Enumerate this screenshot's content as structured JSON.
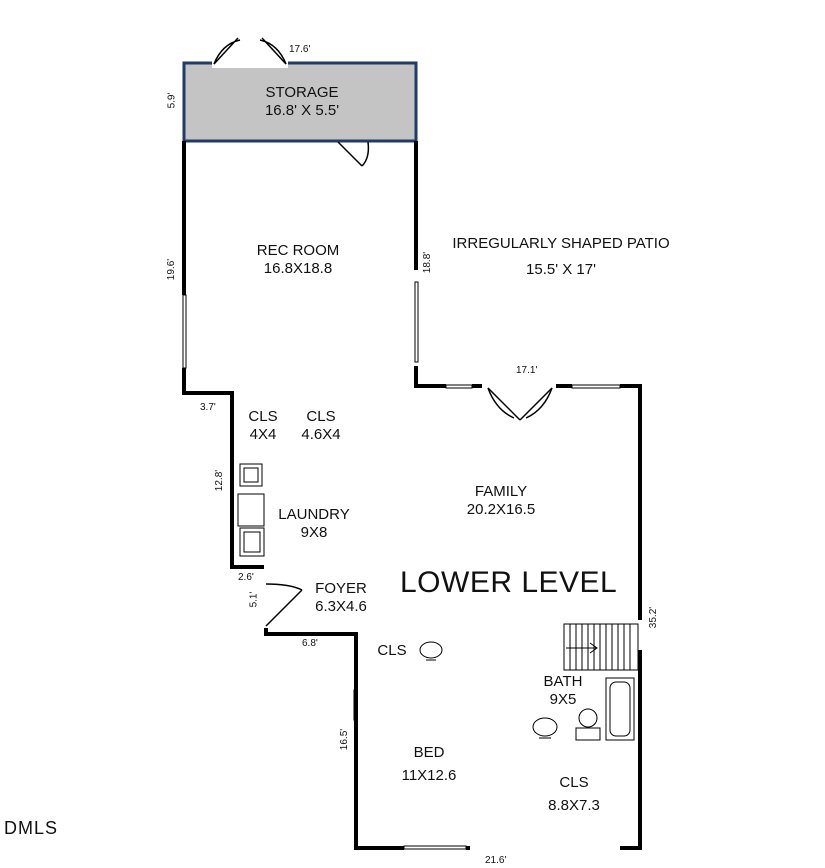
{
  "plan_title": "LOWER LEVEL",
  "logo_text": "DMLS",
  "colors": {
    "wall": "#000000",
    "storage_fill": "#c4c4c4",
    "storage_outline": "#1f3b66"
  },
  "rooms": {
    "storage": {
      "name": "STORAGE",
      "size": "16.8' X 5.5'"
    },
    "rec_room": {
      "name": "REC ROOM",
      "size": "16.8X18.8"
    },
    "patio": {
      "name": "IRREGULARLY SHAPED PATIO",
      "size": "15.5' X 17'"
    },
    "cls1": {
      "name": "CLS",
      "size": "4X4"
    },
    "cls2": {
      "name": "CLS",
      "size": "4.6X4"
    },
    "laundry": {
      "name": "LAUNDRY",
      "size": "9X8"
    },
    "family": {
      "name": "FAMILY",
      "size": "20.2X16.5"
    },
    "foyer": {
      "name": "FOYER",
      "size": "6.3X4.6"
    },
    "cls3": {
      "name": "CLS"
    },
    "bath": {
      "name": "BATH",
      "size": "9X5"
    },
    "bed": {
      "name": "BED",
      "size": "11X12.6"
    },
    "cls4": {
      "name": "CLS",
      "size": "8.8X7.3"
    }
  },
  "dimensions": {
    "storage_width": "17.6'",
    "storage_height": "5.9'",
    "rec_left": "19.6'",
    "rec_right": "18.8'",
    "family_top": "17.1'",
    "jog": "3.7'",
    "laundry_left": "12.8'",
    "foyer_top": "2.6'",
    "foyer_left": "5.1'",
    "foyer_bottom": "6.8'",
    "right_wall": "35.2'",
    "bed_left": "16.5'",
    "bottom_wall": "21.6'"
  }
}
